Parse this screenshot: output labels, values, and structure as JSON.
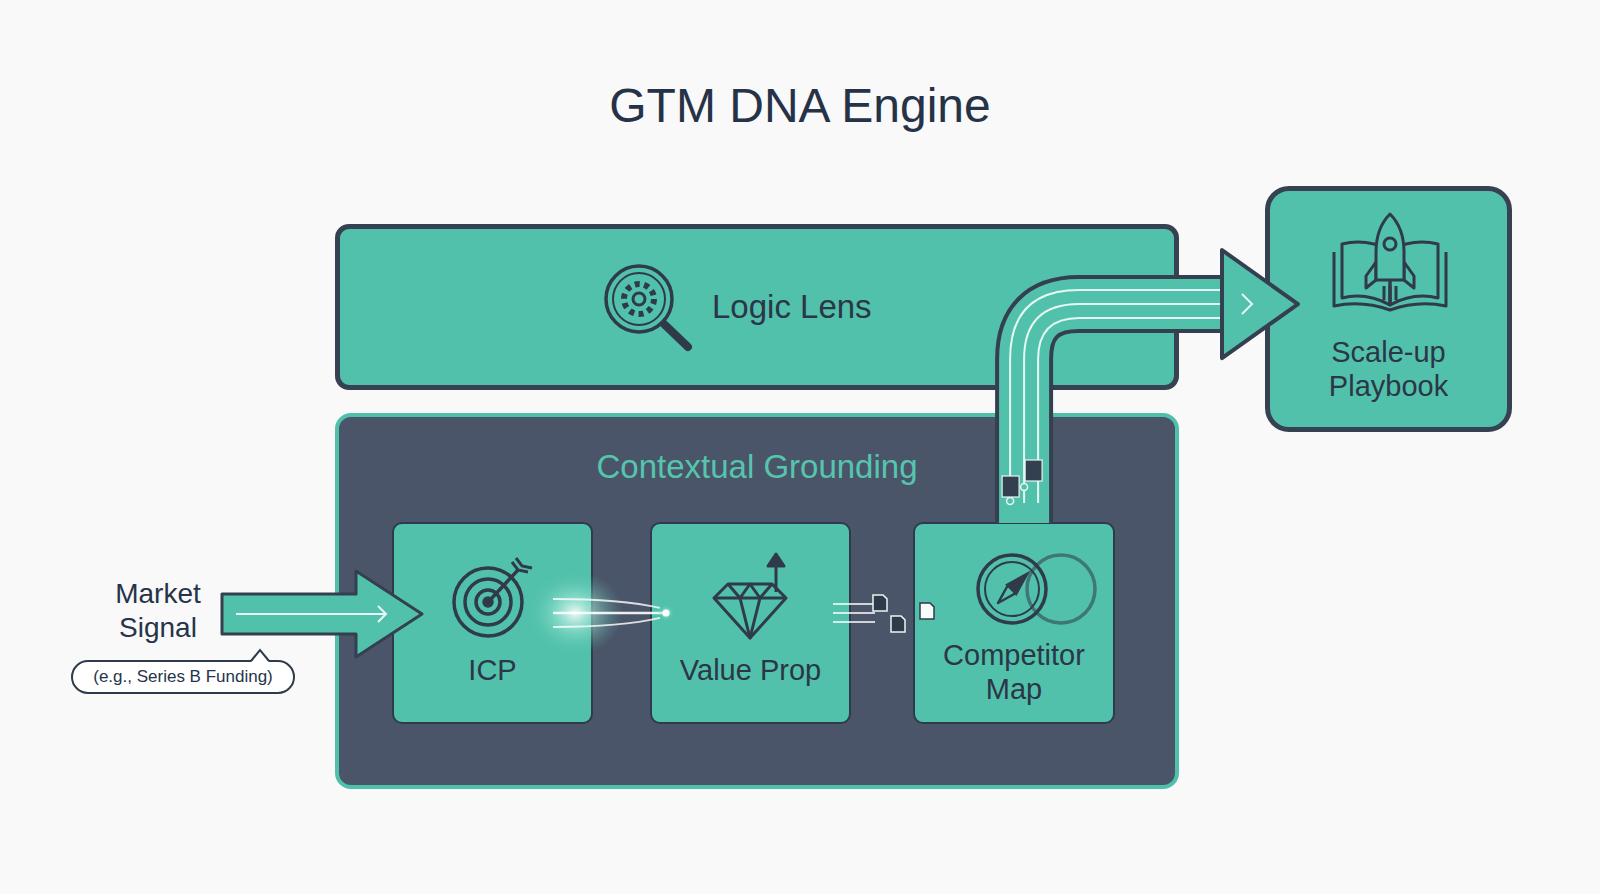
{
  "diagram": {
    "title": "GTM DNA Engine",
    "nodes": [
      {
        "text": [
          "Logic Lens"
        ]
      },
      {
        "text": [
          "Contextual Grounding"
        ]
      },
      {
        "text": [
          "Market Signal",
          "(e.g., Series B Funding)"
        ]
      },
      {
        "text": [
          "ICP"
        ],
        "in": 1
      },
      {
        "text": [
          "Value Prop"
        ],
        "in": 1
      },
      {
        "text": [
          "Competitor Map"
        ],
        "in": 1
      },
      {
        "text": [
          "Scale-up Playbook"
        ]
      }
    ],
    "edges": [
      {
        "from": 2,
        "to": 3,
        "arrow": "to"
      },
      {
        "from": 3,
        "to": 4,
        "arrow": "none"
      },
      {
        "from": 4,
        "to": 5,
        "arrow": "none"
      },
      {
        "from": 5,
        "to": 6,
        "arrow": "to"
      }
    ]
  }
}
